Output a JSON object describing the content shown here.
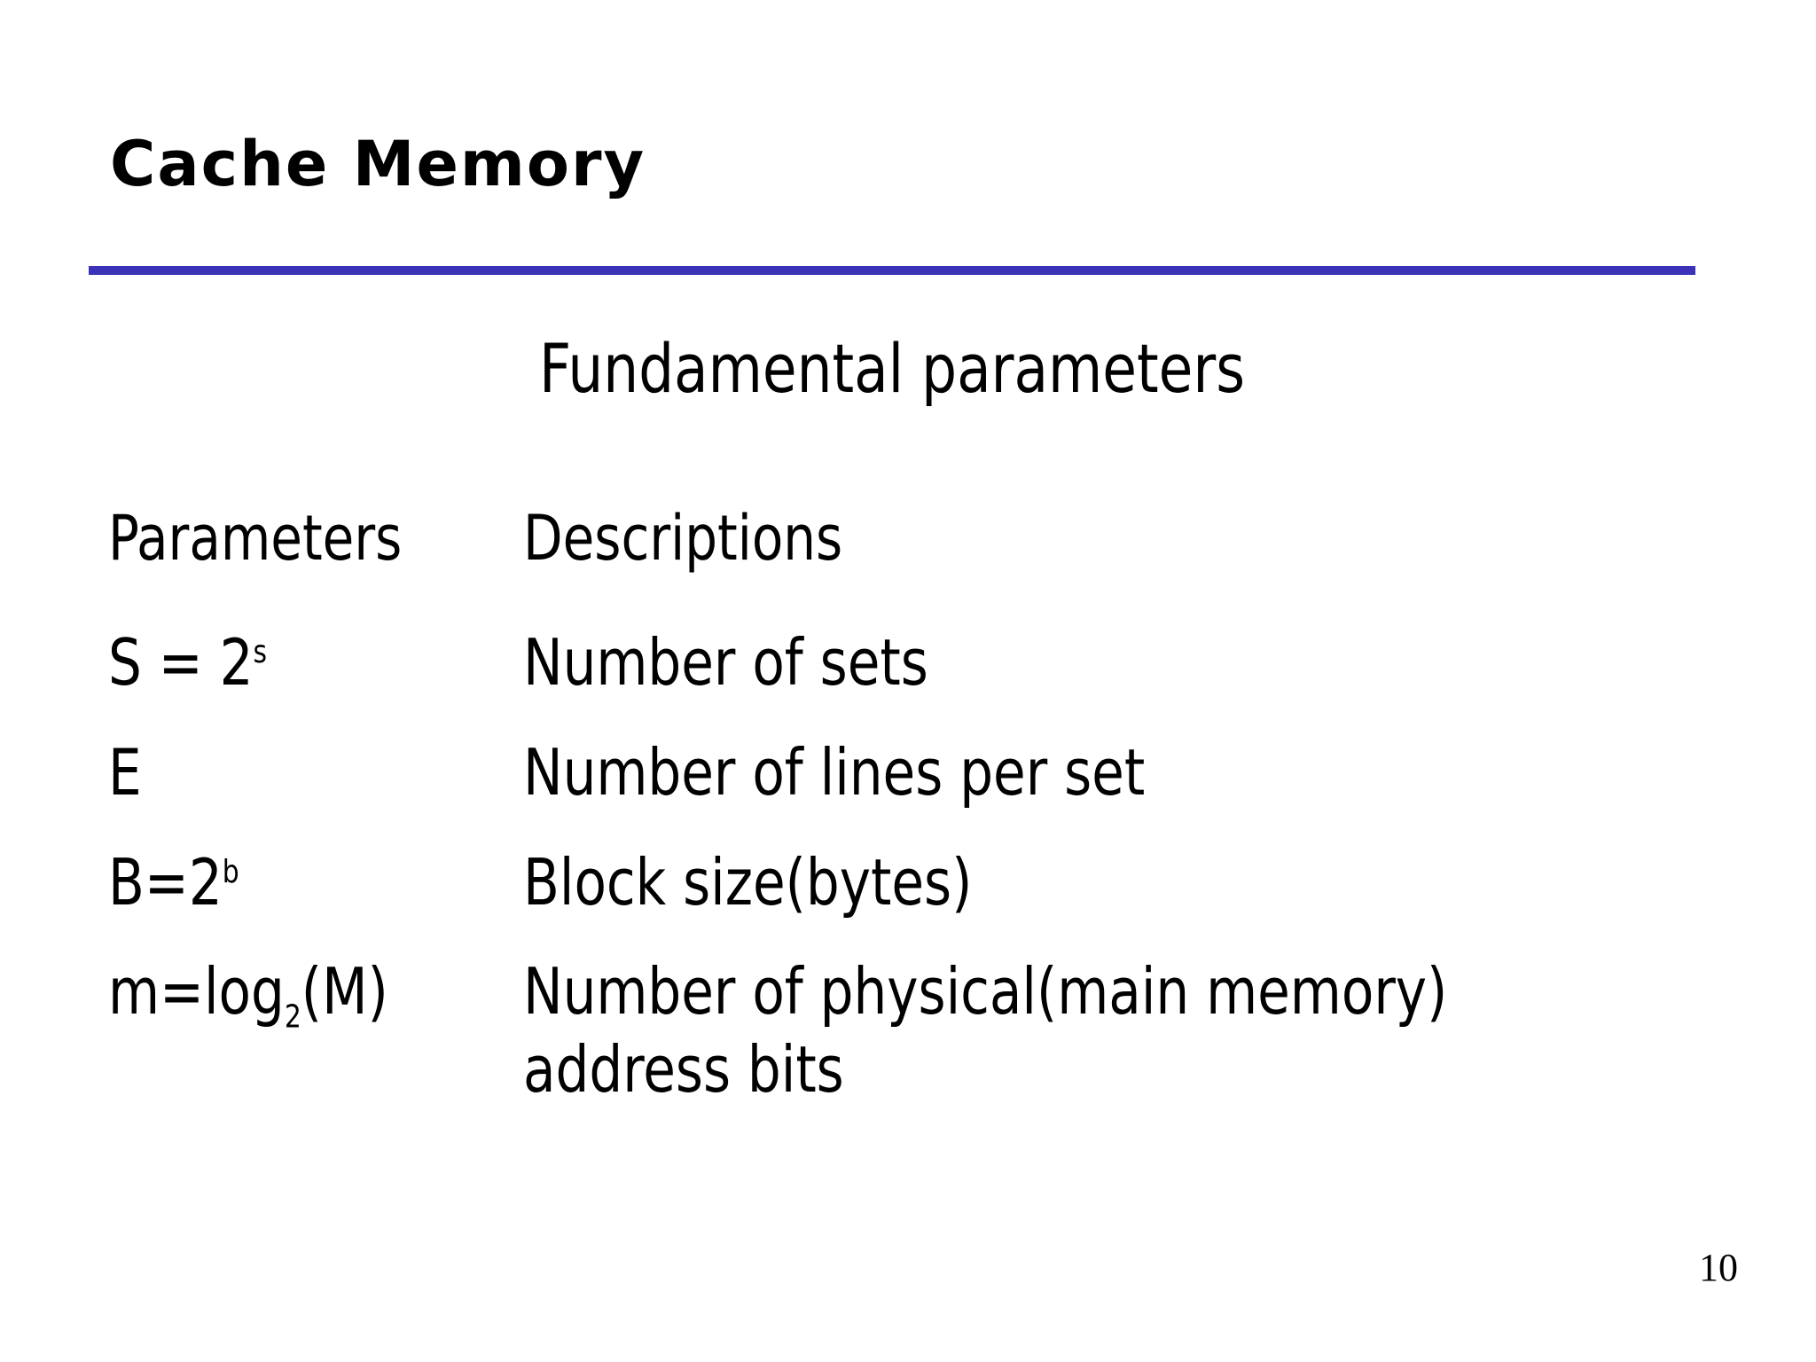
{
  "slide": {
    "title": "Cache Memory",
    "rule_color": "#3B32B8",
    "background_color": "#FFFFFF",
    "page_number": "10"
  },
  "section": {
    "heading": "Fundamental parameters"
  },
  "table": {
    "headers": {
      "parameters": "Parameters",
      "descriptions": "Descriptions"
    },
    "rows": [
      {
        "param_base": "S = 2",
        "param_sup": "s",
        "param_sub": "",
        "param_tail": "",
        "description": "Number of sets"
      },
      {
        "param_base": "E",
        "param_sup": "",
        "param_sub": "",
        "param_tail": "",
        "description": "Number of lines per set"
      },
      {
        "param_base": "B=2",
        "param_sup": "b",
        "param_sub": "",
        "param_tail": "",
        "description": "Block size(bytes)"
      },
      {
        "param_base": "m=log",
        "param_sup": "",
        "param_sub": "2",
        "param_tail": "(M)",
        "description": "Number of physical(main memory) address bits"
      }
    ]
  }
}
